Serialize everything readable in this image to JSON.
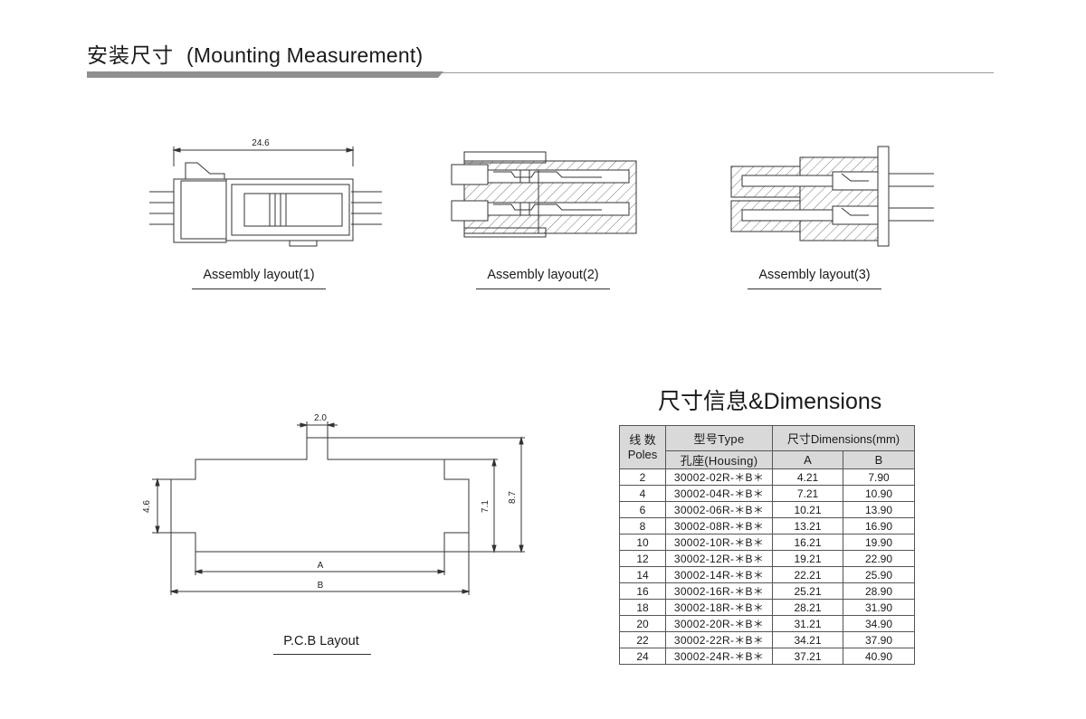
{
  "header": {
    "title_cn": "安装尺寸",
    "title_en": "(Mounting Measurement)"
  },
  "assembly": [
    {
      "caption": "Assembly layout(1)",
      "dim_label": "24.6"
    },
    {
      "caption": "Assembly layout(2)"
    },
    {
      "caption": "Assembly layout(3)"
    }
  ],
  "pcb": {
    "caption": "P.C.B Layout",
    "dims": {
      "pitch": "2.0",
      "left_height": "4.6",
      "inner_height": "7.1",
      "outer_height": "8.7",
      "a": "A",
      "b": "B"
    }
  },
  "dimensions": {
    "title": "尺寸信息&Dimensions",
    "header": {
      "poles_cn": "线 数",
      "poles_en": "Poles",
      "type": "型号Type",
      "housing": "孔座(Housing)",
      "dims": "尺寸Dimensions(mm)",
      "a": "A",
      "b": "B"
    },
    "rows": [
      {
        "poles": "2",
        "type": "30002-02R-＊B＊",
        "a": "4.21",
        "b": "7.90"
      },
      {
        "poles": "4",
        "type": "30002-04R-＊B＊",
        "a": "7.21",
        "b": "10.90"
      },
      {
        "poles": "6",
        "type": "30002-06R-＊B＊",
        "a": "10.21",
        "b": "13.90"
      },
      {
        "poles": "8",
        "type": "30002-08R-＊B＊",
        "a": "13.21",
        "b": "16.90"
      },
      {
        "poles": "10",
        "type": "30002-10R-＊B＊",
        "a": "16.21",
        "b": "19.90"
      },
      {
        "poles": "12",
        "type": "30002-12R-＊B＊",
        "a": "19.21",
        "b": "22.90"
      },
      {
        "poles": "14",
        "type": "30002-14R-＊B＊",
        "a": "22.21",
        "b": "25.90"
      },
      {
        "poles": "16",
        "type": "30002-16R-＊B＊",
        "a": "25.21",
        "b": "28.90"
      },
      {
        "poles": "18",
        "type": "30002-18R-＊B＊",
        "a": "28.21",
        "b": "31.90"
      },
      {
        "poles": "20",
        "type": "30002-20R-＊B＊",
        "a": "31.21",
        "b": "34.90"
      },
      {
        "poles": "22",
        "type": "30002-22R-＊B＊",
        "a": "34.21",
        "b": "37.90"
      },
      {
        "poles": "24",
        "type": "30002-24R-＊B＊",
        "a": "37.21",
        "b": "40.90"
      }
    ]
  }
}
